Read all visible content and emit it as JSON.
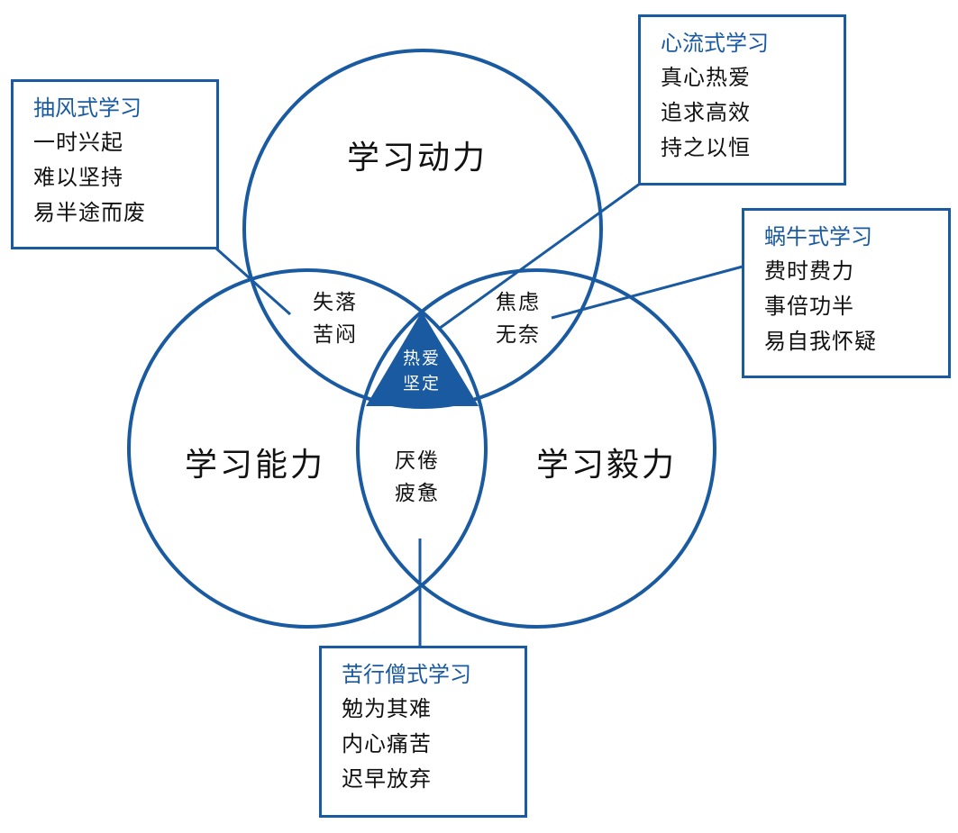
{
  "circles": {
    "top": "学习动力",
    "left": "学习能力",
    "right": "学习毅力"
  },
  "overlaps": {
    "top_left": [
      "失落",
      "苦闷"
    ],
    "top_right": [
      "焦虑",
      "无奈"
    ],
    "left_right": [
      "厌倦",
      "疲惫"
    ],
    "center": [
      "热爱",
      "坚定"
    ]
  },
  "boxes": {
    "choufeng": {
      "title": "抽风式学习",
      "lines": [
        "一时兴起",
        "难以坚持",
        "易半途而废"
      ]
    },
    "xinliu": {
      "title": "心流式学习",
      "lines": [
        "真心热爱",
        "追求高效",
        "持之以恒"
      ]
    },
    "woniu": {
      "title": "蜗牛式学习",
      "lines": [
        "费时费力",
        "事倍功半",
        "易自我怀疑"
      ]
    },
    "kuxing": {
      "title": "苦行僧式学习",
      "lines": [
        "勉为其难",
        "内心痛苦",
        "迟早放弃"
      ]
    }
  },
  "colors": {
    "accent": "#1a5aa0",
    "text": "#111111"
  }
}
